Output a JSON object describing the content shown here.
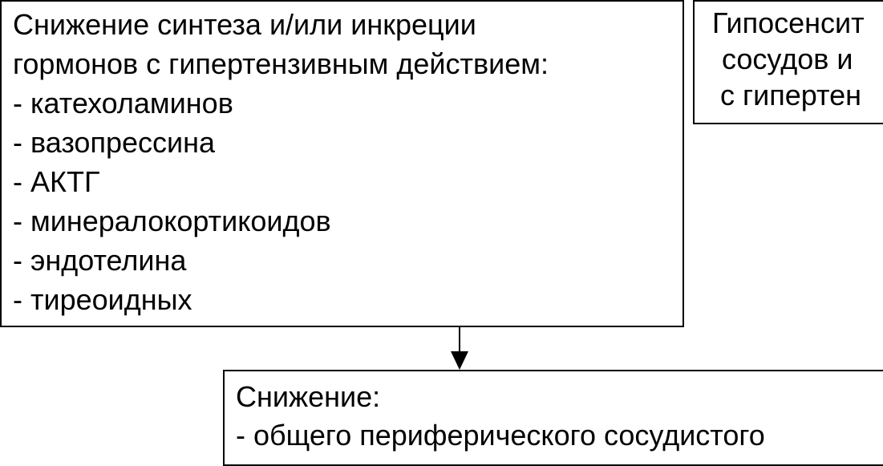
{
  "box_left": {
    "title_line1": "Снижение синтеза и/или инкреции",
    "title_line2": "гормонов с гипертензивным действием:",
    "items": [
      "- катехоламинов",
      "- вазопрессина",
      "- АКТГ",
      "- минералокортикоидов",
      "- эндотелина",
      "- тиреоидных"
    ]
  },
  "box_right": {
    "line1": "Гипосенсит",
    "line2": "сосудов и",
    "line3": "с гипертен"
  },
  "box_bottom": {
    "line1": "Снижение:",
    "line2": "- общего периферического сосудистого"
  }
}
